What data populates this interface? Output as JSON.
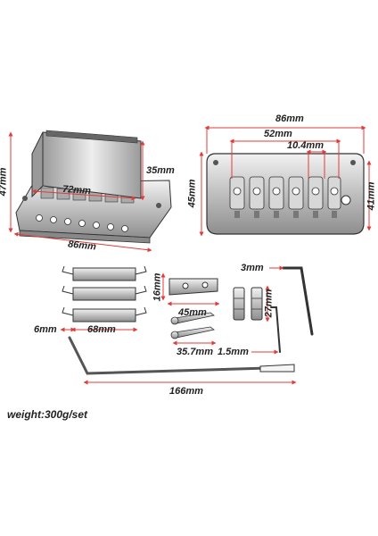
{
  "dimensions": {
    "bridge_height": "47mm",
    "bridge_block_height": "35mm",
    "bridge_base_width": "72mm",
    "bridge_total_width": "86mm",
    "top_total_width": "86mm",
    "top_saddle_span": "52mm",
    "top_string_spacing": "10.4mm",
    "top_height_left": "45mm",
    "top_height_right": "41mm",
    "claw_height": "16mm",
    "claw_width": "45mm",
    "screw_length": "35.7mm",
    "spring_hook_length": "6mm",
    "spring_length": "68mm",
    "allen_key_large": "3mm",
    "allen_key_small": "1.5mm",
    "bushing_length": "27mm",
    "arm_length": "166mm"
  },
  "weight": "weight:300g/set",
  "colors": {
    "dimension_line": "#e23b3b",
    "metal": "#c9c9c9",
    "outline": "#333333"
  }
}
